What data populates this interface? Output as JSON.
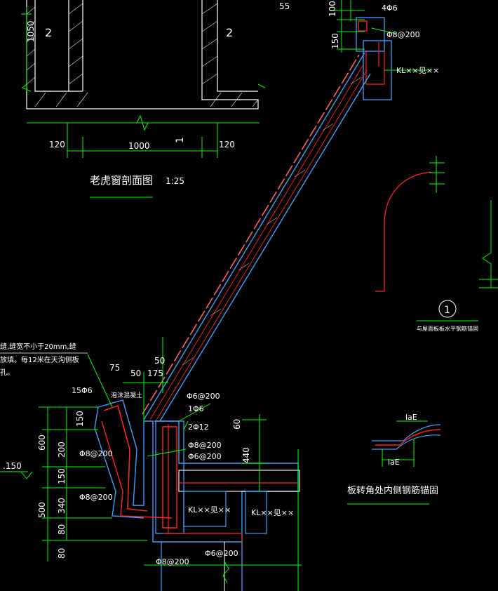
{
  "colors": {
    "background": "#000000",
    "structure": "#ffffff",
    "dimension": "#00ff00",
    "concrete": "#3aa0ff",
    "rebar": "#ff2020",
    "tile": "#ff6060"
  },
  "section_title": "老虎窗剖面图",
  "section_scale": "1:25",
  "detail_marker": "1",
  "detail_caption": "与屋面板板水平钢筋锚固",
  "corner_caption": "板转角处内侧钢筋锚固",
  "top_view": {
    "label_left": "2",
    "label_right": "2",
    "label_mid": "1",
    "dim_height": "1050",
    "dim_left": "120",
    "dim_mid": "1000",
    "dim_right": "120"
  },
  "top_right": {
    "dim_55": "55",
    "dim_100": "100",
    "dim_150": "150",
    "rebar_4": "4Φ6",
    "stirrup": "Φ8@200",
    "beam": "KL××见××"
  },
  "gutter": {
    "note_line1": "缝,缝宽不小于20mm,缝",
    "note_line2": "放填。每12米在天沟侧板",
    "note_line3": "孔。",
    "dim_75": "75",
    "dim_50a": "50",
    "dim_50b": "50",
    "dim_175": "175",
    "rebar_15": "15Φ6",
    "foam": "泡沫混凝土",
    "stirrup_top": "Φ6@200",
    "rebar_1": "1Φ6",
    "rebar_2": "2Φ12",
    "stirrup_a": "Φ8@200",
    "stirrup_b": "Φ6@200",
    "stirrup_c": "Φ8@200",
    "stirrup_d": "Φ8@200",
    "stirrup_e": "Φ8@200",
    "stirrup_f": "Φ6@200",
    "beam_1": "KL××见××",
    "beam_2": "KL××见××",
    "dim_60": "60",
    "dim_440": "440",
    "dim_150_top": "150",
    "dim_600": "600",
    "dim_200": "200",
    "dim_150_mid": "150",
    "dim_500": "500",
    "dim_340": "340",
    "dim_80a": "80",
    "dim_80b": "80",
    "elev": ".150"
  },
  "corner_detail": {
    "lae_top": "laE",
    "lae_bottom": "laE"
  }
}
